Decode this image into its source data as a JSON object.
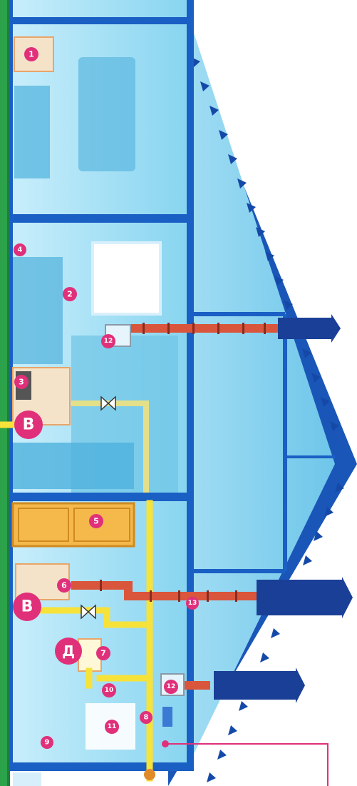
{
  "colors": {
    "sky": "#ffffff",
    "wall_blue": "#1a5fc4",
    "room_light": "#a8e2f5",
    "room_mid": "#7fd0ee",
    "roof_dark": "#1549a8",
    "gas_pipe": "#f7e23a",
    "flue_pipe": "#d9553c",
    "badge_pink": "#e0307a",
    "ground_green": "#2ca24a",
    "door_orange": "#f5b94b"
  },
  "labels": {
    "n1": "1",
    "n2": "2",
    "n3": "3",
    "n4": "4",
    "n5": "5",
    "n6": "6",
    "n7": "7",
    "n8": "8",
    "n9": "9",
    "n10": "10",
    "n11": "11",
    "n12a": "12",
    "n12b": "12",
    "n13": "13",
    "letter_b1": "В",
    "letter_b2": "В",
    "letter_d": "Д"
  },
  "icons": {
    "valve": "valve-icon",
    "grille": "vent-grille-icon",
    "chimney": "chimney-icon"
  }
}
